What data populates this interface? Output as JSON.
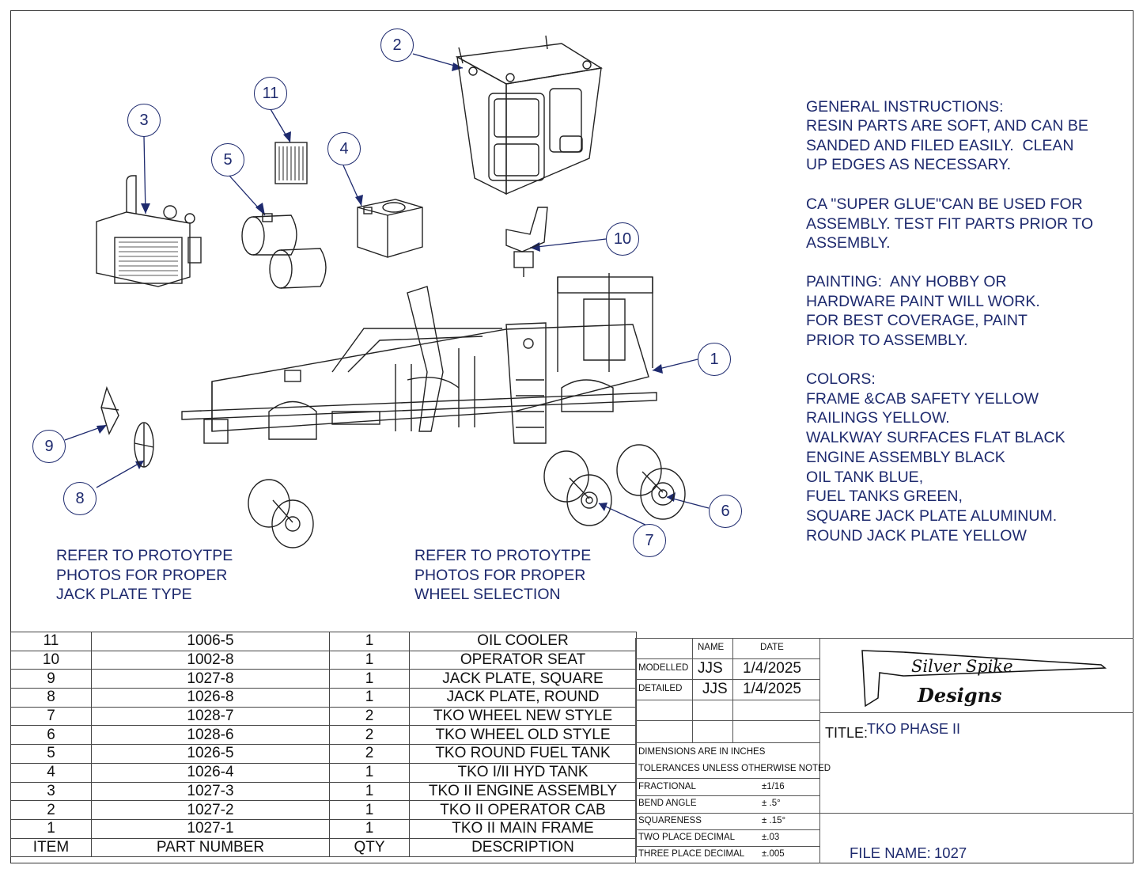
{
  "callouts": [
    "1",
    "2",
    "3",
    "4",
    "5",
    "6",
    "7",
    "8",
    "9",
    "10",
    "11"
  ],
  "instructions": {
    "general_heading": "GENERAL INSTRUCTIONS:",
    "general_body": "RESIN PARTS ARE SOFT, AND CAN BE\nSANDED AND FILED EASILY.  CLEAN\nUP EDGES AS NECESSARY.",
    "glue": "CA \"SUPER GLUE\"CAN BE USED FOR\nASSEMBLY. TEST FIT PARTS PRIOR TO\nASSEMBLY.",
    "painting": "PAINTING:  ANY HOBBY OR\nHARDWARE PAINT WILL WORK.\nFOR BEST COVERAGE, PAINT\nPRIOR TO ASSEMBLY.",
    "colors": "COLORS:\nFRAME &CAB SAFETY YELLOW\nRAILINGS YELLOW.\nWALKWAY SURFACES FLAT BLACK\nENGINE ASSEMBLY BLACK\nOIL TANK BLUE,\nFUEL TANKS GREEN,\nSQUARE JACK PLATE ALUMINUM.\nROUND JACK PLATE YELLOW"
  },
  "notes": {
    "jack_plate": "REFER TO PROTOYTPE\nPHOTOS FOR PROPER\nJACK PLATE TYPE",
    "wheel": "REFER TO PROTOYTPE\nPHOTOS FOR PROPER\nWHEEL SELECTION"
  },
  "bom": {
    "rows": [
      [
        "11",
        "1006-5",
        "1",
        "OIL COOLER"
      ],
      [
        "10",
        "1002-8",
        "1",
        "OPERATOR SEAT"
      ],
      [
        "9",
        "1027-8",
        "1",
        "JACK PLATE, SQUARE"
      ],
      [
        "8",
        "1026-8",
        "1",
        "JACK PLATE, ROUND"
      ],
      [
        "7",
        "1028-7",
        "2",
        "TKO WHEEL NEW STYLE"
      ],
      [
        "6",
        "1028-6",
        "2",
        "TKO WHEEL OLD STYLE"
      ],
      [
        "5",
        "1026-5",
        "2",
        "TKO ROUND FUEL TANK"
      ],
      [
        "4",
        "1026-4",
        "1",
        "TKO I/II HYD TANK"
      ],
      [
        "3",
        "1027-3",
        "1",
        "TKO II ENGINE ASSEMBLY"
      ],
      [
        "2",
        "1027-2",
        "1",
        "TKO II OPERATOR CAB"
      ],
      [
        "1",
        "1027-1",
        "1",
        "TKO II MAIN FRAME"
      ]
    ],
    "header": [
      "ITEM",
      "PART NUMBER",
      "QTY",
      "DESCRIPTION"
    ]
  },
  "title_block": {
    "col_name": "NAME",
    "col_date": "DATE",
    "modelled_label": "MODELLED",
    "modelled_name": "JJS",
    "modelled_date": "1/4/2025",
    "detailed_label": "DETAILED",
    "detailed_name": "JJS",
    "detailed_date": "1/4/2025",
    "dims_note": "DIMENSIONS ARE IN INCHES",
    "tol_note": "TOLERANCES UNLESS OTHERWISE NOTED",
    "tolerances": [
      [
        "FRACTIONAL",
        "±1/16"
      ],
      [
        "BEND ANGLE",
        "± .5°"
      ],
      [
        "SQUARENESS",
        "± .15°"
      ],
      [
        "TWO PLACE DECIMAL",
        "±.03"
      ],
      [
        "THREE PLACE DECIMAL",
        "±.005"
      ]
    ],
    "logo_line1": "Silver Spike",
    "logo_line2": "Designs",
    "title_label": "TITLE:",
    "title_value": "TKO PHASE II",
    "file_label": "FILE NAME:",
    "file_value": "1027"
  },
  "colors": {
    "ink": "#1e2a6e",
    "line": "#333333"
  }
}
